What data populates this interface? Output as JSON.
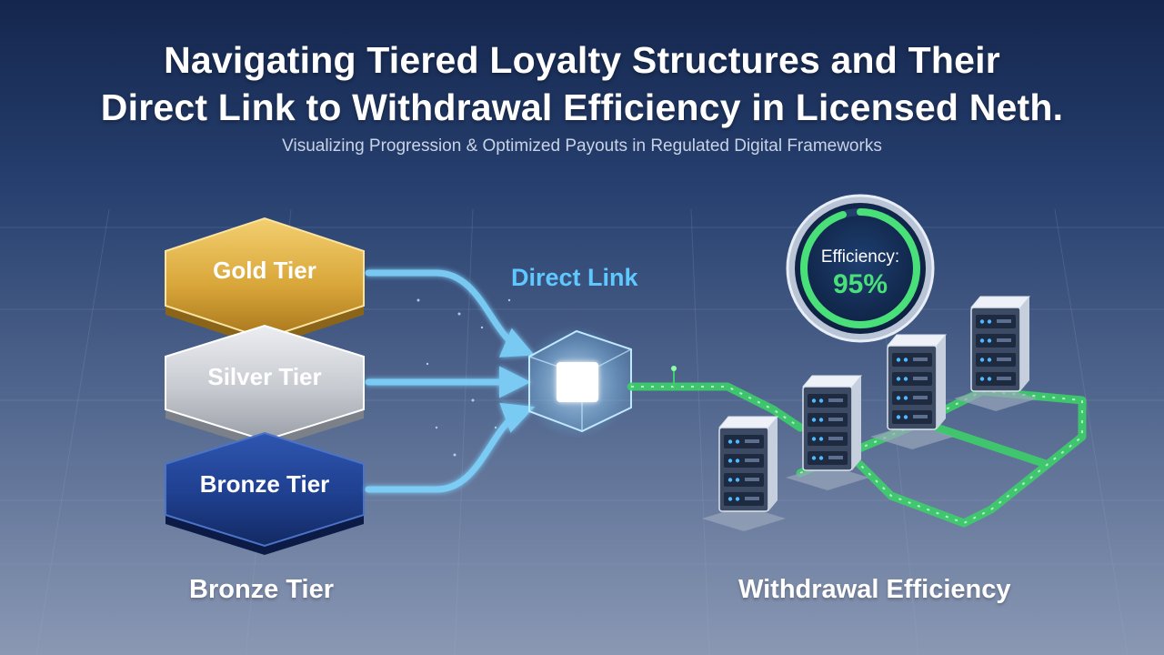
{
  "header": {
    "title_line1": "Navigating Tiered Loyalty Structures and Their",
    "title_line2": "Direct Link to Withdrawal Efficiency in Licensed Neth.",
    "subtitle": "Visualizing Progression & Optimized Payouts in Regulated Digital Frameworks"
  },
  "tiers": [
    {
      "label": "Gold Tier",
      "color": "#d9a73a"
    },
    {
      "label": "Silver Tier",
      "color": "#c7cad0"
    },
    {
      "label": "Bronze Tier",
      "color": "#1f3f8f"
    }
  ],
  "hub": {
    "label": "Direct Link",
    "color": "#5fc8ff"
  },
  "gauge": {
    "label": "Efficiency:",
    "value": "95%",
    "fraction": 0.95,
    "color": "#49e07a"
  },
  "servers": {
    "count": 4,
    "color": "#3ccf6a"
  },
  "footer": {
    "left_label": "Bronze Tier",
    "right_label": "Withdrawal Efficiency"
  }
}
